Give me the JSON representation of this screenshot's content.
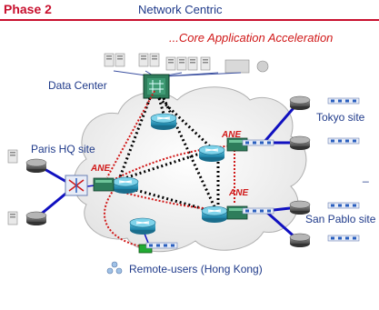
{
  "header": {
    "phase": "Phase 2",
    "title": "Network Centric"
  },
  "subtitle": "...Core Application Acceleration",
  "sites": {
    "data_center": "Data Center",
    "tokyo": "Tokyo site",
    "paris": "Paris HQ site",
    "san_pablo": "San Pablo site",
    "remote": "Remote-users (Hong Kong)"
  },
  "ane_label": "ANE",
  "dash_mark": "_",
  "colors": {
    "accent_red": "#d01818",
    "label_blue": "#1f3a8a",
    "link_blue": "#1010c0",
    "router_teal": "#2a8fb0",
    "accelerator_green": "#2e7d5b"
  }
}
